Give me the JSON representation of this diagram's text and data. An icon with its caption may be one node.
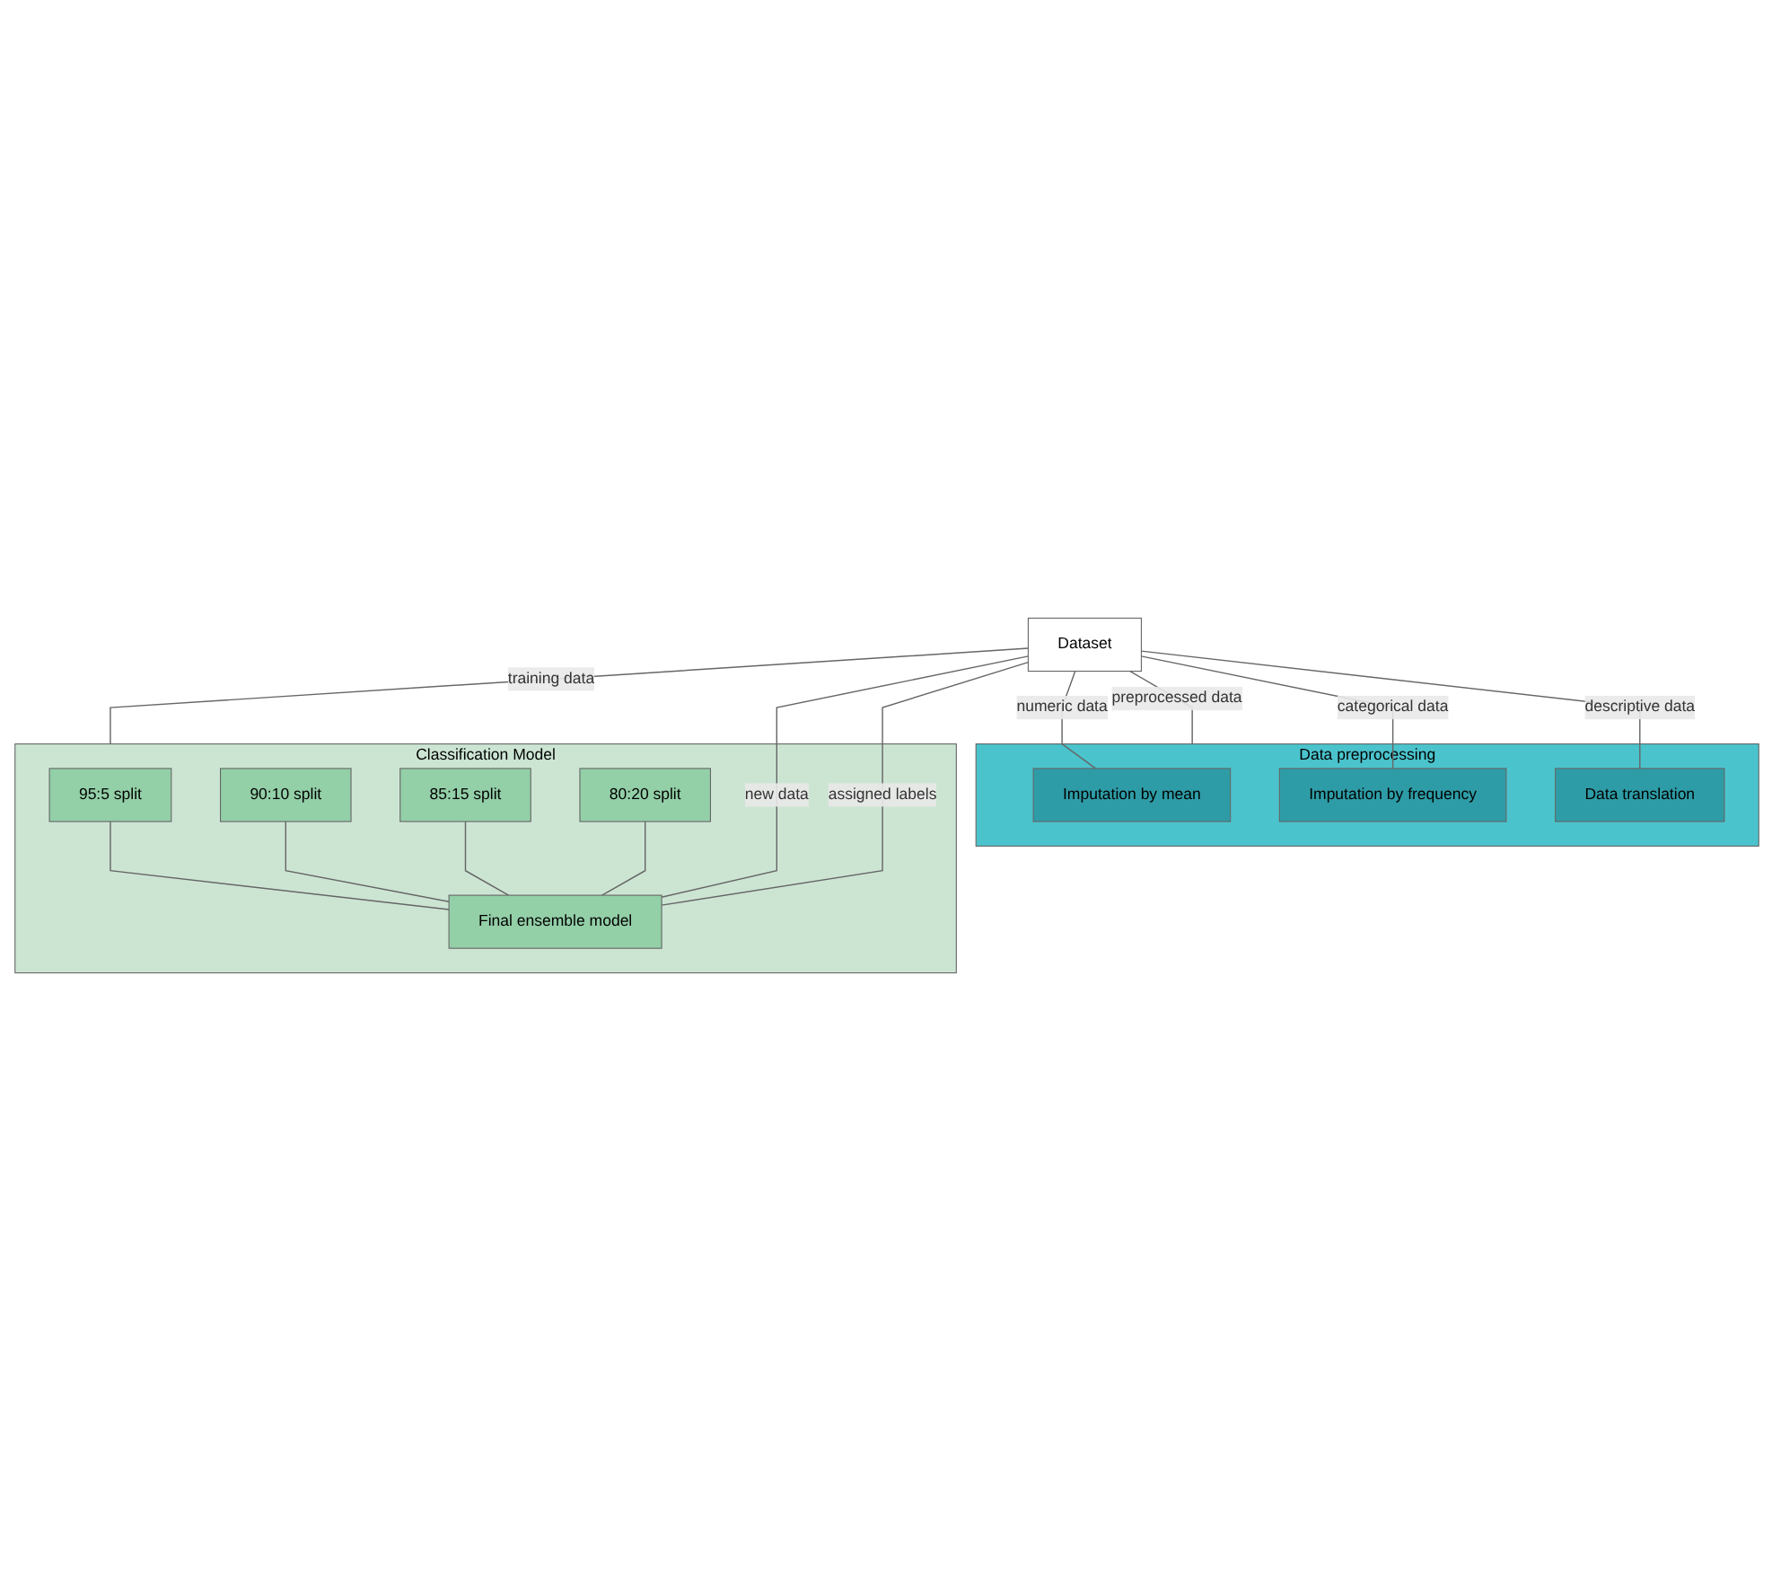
{
  "diagram": {
    "nodes": [
      {
        "text": [
          "Dataset"
        ]
      },
      {
        "text": [
          "Data preprocessing"
        ]
      },
      {
        "text": [
          "Imputation by mean"
        ],
        "in": 1
      },
      {
        "text": [
          "Imputation by frequency"
        ],
        "in": 1
      },
      {
        "text": [
          "Data translation"
        ],
        "in": 1
      },
      {
        "text": [
          "Classification Model"
        ]
      },
      {
        "text": [
          "95:5 split"
        ],
        "in": 5
      },
      {
        "text": [
          "90:10 split"
        ],
        "in": 5
      },
      {
        "text": [
          "85:15 split"
        ],
        "in": 5
      },
      {
        "text": [
          "80:20 split"
        ],
        "in": 5
      },
      {
        "text": [
          "Final ensemble model"
        ],
        "in": 5
      }
    ],
    "edges": [
      {
        "from": 0,
        "to": 1,
        "arrow": "none",
        "label": "preprocessed data"
      },
      {
        "from": 0,
        "to": 2,
        "arrow": "none",
        "label": "numeric data"
      },
      {
        "from": 0,
        "to": 3,
        "arrow": "none",
        "label": "categorical data"
      },
      {
        "from": 0,
        "to": 4,
        "arrow": "none",
        "label": "descriptive data"
      },
      {
        "from": 0,
        "to": 5,
        "arrow": "none",
        "label": "training data"
      },
      {
        "from": 6,
        "to": 10,
        "arrow": "none"
      },
      {
        "from": 7,
        "to": 10,
        "arrow": "none"
      },
      {
        "from": 8,
        "to": 10,
        "arrow": "none"
      },
      {
        "from": 9,
        "to": 10,
        "arrow": "none"
      },
      {
        "from": 0,
        "to": 10,
        "arrow": "none",
        "label": "new data"
      },
      {
        "from": 0,
        "to": 10,
        "arrow": "none",
        "label": "assigned labels"
      }
    ]
  }
}
